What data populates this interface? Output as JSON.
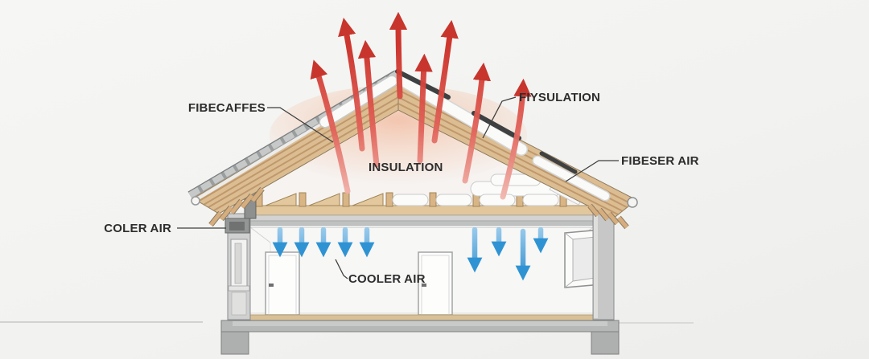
{
  "labels": {
    "roof_tiles": "FIBECAFFES",
    "roof_insulation": "FIYSULATION",
    "eave_air": "FIBESER AIR",
    "attic": "INSULATION",
    "wall_vent": "COLER AIR",
    "room_air": "COOLER AIR"
  },
  "arrows": {
    "hot_air_up_count": 8,
    "cool_air_down_count": 9
  },
  "colors": {
    "background": "#f2f2f0",
    "label_text": "#2d2d2d",
    "hot_air_arrow": "#cb2d25",
    "cool_air_arrow": "#3398d6",
    "roof_wood": "#dcbd92",
    "roof_tile": "#b5b8b8",
    "snow": "#fafaf9",
    "wall_cut": "#c6c7c6"
  }
}
